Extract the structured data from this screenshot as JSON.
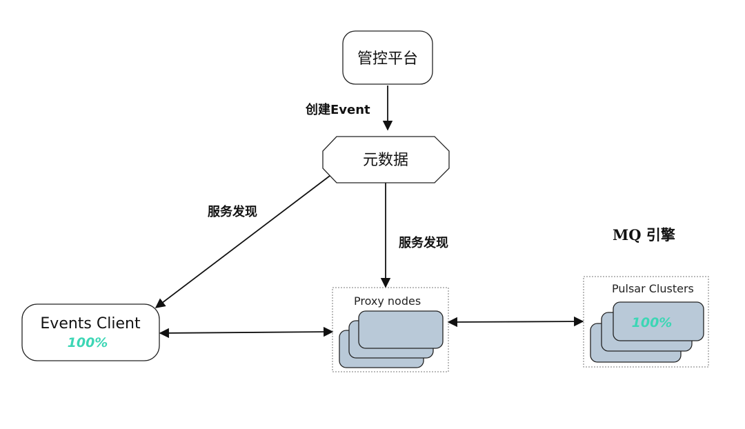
{
  "nodes": {
    "control_platform": {
      "label": "管控平台"
    },
    "metadata": {
      "label": "元数据"
    },
    "events_client": {
      "label": "Events Client",
      "percent": "100%"
    },
    "proxy_nodes": {
      "label": "Proxy nodes"
    },
    "pulsar_clusters": {
      "label": "Pulsar Clusters",
      "percent": "100%"
    }
  },
  "edges": {
    "create_event": {
      "label": "创建Event"
    },
    "discovery_left": {
      "label": "服务发现"
    },
    "discovery_center": {
      "label": "服务发现"
    }
  },
  "headings": {
    "mq_engine": "MQ 引擎"
  },
  "colors": {
    "stack_fill": "#b9c9d8",
    "percent": "#3dd6b5",
    "line": "#111111"
  }
}
